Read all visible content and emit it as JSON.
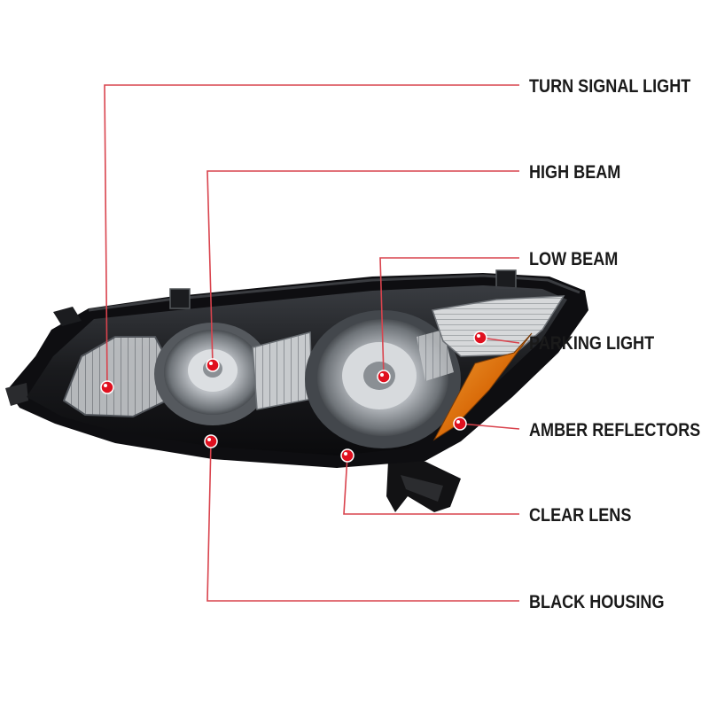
{
  "colors": {
    "leader": "#d9434d",
    "dot": "#e0101f",
    "housing": "#0d0d10",
    "chrome": "#b9bcc0",
    "amber": "#e07a10"
  },
  "callouts": [
    {
      "id": "turn-signal-light",
      "label": "TURN SIGNAL LIGHT"
    },
    {
      "id": "high-beam",
      "label": "HIGH BEAM"
    },
    {
      "id": "low-beam",
      "label": "LOW BEAM"
    },
    {
      "id": "parking-light",
      "label": "PARKING LIGHT"
    },
    {
      "id": "amber-reflectors",
      "label": "AMBER REFLECTORS"
    },
    {
      "id": "clear-lens",
      "label": "CLEAR LENS"
    },
    {
      "id": "black-housing",
      "label": "BLACK HOUSING"
    }
  ]
}
